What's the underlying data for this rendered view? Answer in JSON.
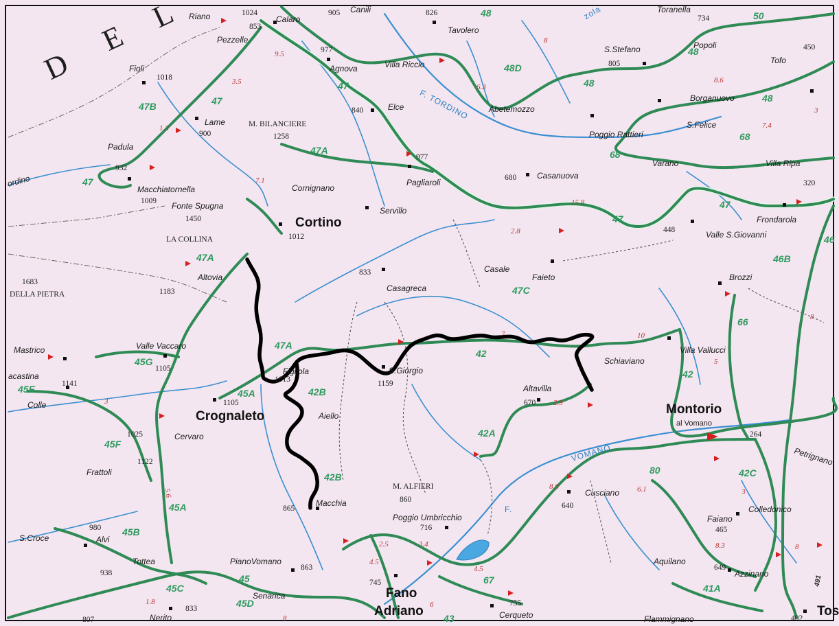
{
  "map": {
    "colors": {
      "background": "#f3e6f0",
      "road": "#2f8a55",
      "river": "#3b8fd1",
      "route": "#000000",
      "distance": "#b33333",
      "road_number": "#2f9a5f"
    },
    "region_letters": [
      "D",
      "E",
      "L"
    ],
    "major_towns": {
      "cortino": "Cortino",
      "crognaleto": "Crognaleto",
      "montorio": "Montorio",
      "montorio_sub": "al Vomano",
      "fano": "Fano",
      "adriano": "Adriano",
      "tos": "Tos"
    },
    "places": {
      "riano": "Riano",
      "calaro": "Calaro",
      "canili": "Canili",
      "tavolero": "Tavolero",
      "toranella": "Toranella",
      "pezzelle": "Pezzelle",
      "agnova": "Agnova",
      "villa_riccio": "Villa Riccio",
      "s_stefano": "S.Stefano",
      "popoli": "Popoli",
      "tofo": "Tofo",
      "fioli": "Fioli",
      "elce": "Elce",
      "abetemozzo": "Abetemozzo",
      "borganuovo": "Borganuovo",
      "s_felice": "S.Felice",
      "lame": "Lame",
      "poggio_rattieri": "Poggio Rattieri",
      "padula": "Padula",
      "pagliaroli": "Pagliaroli",
      "casanuova": "Casanuova",
      "varano": "Varano",
      "villa_ripa": "Villa Ripa",
      "macchiatornella": "Macchiatornella",
      "cornignano": "Cornignano",
      "fonte_spugna": "Fonte Spugna",
      "servillo": "Servillo",
      "frondarola": "Frondarola",
      "valle_s_giovanni": "Valle S.Giovanni",
      "casale": "Casale",
      "faieto": "Faieto",
      "altovia": "Altovia",
      "casagreca": "Casagreca",
      "brozzi": "Brozzi",
      "valle_vaccaro": "Valle Vaccaro",
      "mastrico": "Mastrico",
      "acastina": "acastina",
      "figliola": "Figliola",
      "s_giorgio": "S.Giorgio",
      "schiaviano": "Schiaviano",
      "villa_vallucci": "Villa Vallucci",
      "colle": "Colle",
      "altavilla": "Altavilla",
      "aiello": "Aiello",
      "cervaro": "Cervaro",
      "frattoli": "Frattoli",
      "petrignano": "Petrignano",
      "macchia": "Macchia",
      "cusciano": "Cusciano",
      "colledonico": "Colledonico",
      "poggio_umbricchio": "Poggio Umbricchio",
      "faiano": "Faiano",
      "s_croce": "S.Croce",
      "alvi": "Alvi",
      "aquilano": "Aquilano",
      "azzinano": "Azzinano",
      "tottea": "Tottea",
      "piano_vomano": "PianoVomano",
      "senarica": "Senarica",
      "cerqueto": "Cerqueto",
      "nerito": "Nerito",
      "flammignano": "Flammignano",
      "ordino": "ordino"
    },
    "peaks": {
      "m_bilanciere": "M. BILANCIERE",
      "la_collina": "LA COLLINA",
      "della_pietra": "DELLA PIETRA",
      "m_alfieri": "M. ALFIERI"
    },
    "elevations": {
      "e1024": "1024",
      "e853": "853",
      "e905": "905",
      "e826": "826",
      "e734": "734",
      "e977a": "977",
      "e805": "805",
      "e450": "450",
      "e1018": "1018",
      "e840": "840",
      "e900": "900",
      "e1258": "1258",
      "e977b": "977",
      "e680": "680",
      "e932": "932",
      "e1009": "1009",
      "e1450": "1450",
      "e320": "320",
      "e1012": "1012",
      "e448": "448",
      "e833a": "833",
      "e1683": "1683",
      "e1183": "1183",
      "e1105a": "1105",
      "e1013": "1013",
      "e1141": "1141",
      "e1159": "1159",
      "e670": "670",
      "e1105b": "1105",
      "e1025": "1025",
      "e1122": "1122",
      "e860": "860",
      "e865": "865",
      "e640": "640",
      "e465": "465",
      "e716": "716",
      "e980": "980",
      "e938": "938",
      "e863": "863",
      "e649": "649",
      "e745": "745",
      "e755": "755",
      "e833b": "833",
      "e807": "807",
      "e402": "402",
      "e264": "264"
    },
    "road_numbers": {
      "r48a": "48",
      "r50": "50",
      "r48b": "48",
      "r48d": "48D",
      "r48c": "48",
      "r48e": "48",
      "r47a": "47",
      "r47b_top": "47B",
      "r47c": "47",
      "r47d": "47",
      "r68a": "68",
      "r68b": "68",
      "r47A1": "47A",
      "r47e": "47",
      "r47f": "47",
      "r47g": "47",
      "r46": "46",
      "r46b": "46B",
      "r47A2": "47A",
      "r47C": "47C",
      "r66": "66",
      "r47A3": "47A",
      "r42": "42",
      "r45G": "45G",
      "r45E": "45E",
      "r45A1": "45A",
      "r42B1": "42B",
      "r42b2": "42",
      "r42A": "42A",
      "r45F": "45F",
      "r42B2": "42B",
      "r80": "80",
      "r42C": "42C",
      "r45A2": "45A",
      "r45B": "45B",
      "r45": "45",
      "r45C": "45C",
      "r45D": "45D",
      "r67": "67",
      "r41A": "41A",
      "r43": "43",
      "r491": "491"
    },
    "distances": {
      "d9_5": "9.5",
      "d3_5": "3.5",
      "d8a": "8",
      "d8_6": "8.6",
      "d6_3": "6.3",
      "d1_3": "1.3",
      "d7_4": "7.4",
      "d3a": "3",
      "d7_1": "7.1",
      "d15_8": "15.8",
      "d2_8": "2.8",
      "d8b": "8",
      "d10": "10",
      "d7": "7",
      "d5": "5",
      "d2_9": "2.9",
      "d3b": "3",
      "d5_6": "5.6",
      "d8_6b": "8.6",
      "d6_1": "6.1",
      "d3c": "3",
      "d8_3": "8.3",
      "d8c": "8",
      "d2_5": "2.5",
      "d3_4": "3.4",
      "d4_5a": "4.5",
      "d4_5b": "4.5",
      "d6": "6",
      "d1_8": "1.8",
      "d8d": "8"
    },
    "rivers": {
      "tordino": "F. TORDINO",
      "vomano": "VOMANO",
      "f": "F.",
      "tordino_top": "zola"
    }
  }
}
